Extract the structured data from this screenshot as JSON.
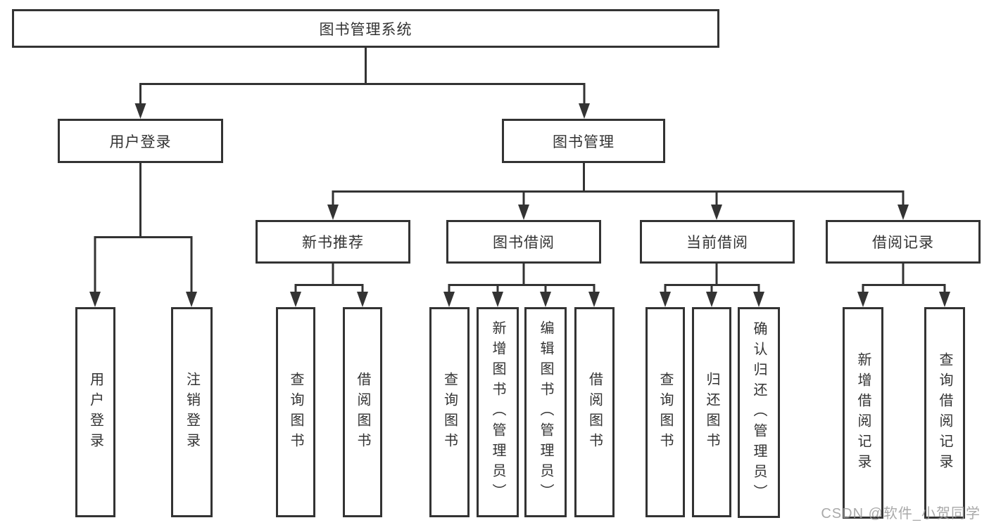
{
  "diagram_title": "图书管理系统",
  "tree": {
    "label": "图书管理系统",
    "children": [
      {
        "label": "用户登录",
        "children": [
          {
            "label": "用户登录"
          },
          {
            "label": "注销登录"
          }
        ]
      },
      {
        "label": "图书管理",
        "children": [
          {
            "label": "新书推荐",
            "children": [
              {
                "label": "查询图书"
              },
              {
                "label": "借阅图书"
              }
            ]
          },
          {
            "label": "图书借阅",
            "children": [
              {
                "label": "查询图书"
              },
              {
                "label": "新增图书（管理员）"
              },
              {
                "label": "编辑图书（管理员）"
              },
              {
                "label": "借阅图书"
              }
            ]
          },
          {
            "label": "当前借阅",
            "children": [
              {
                "label": "查询图书"
              },
              {
                "label": "归还图书"
              },
              {
                "label": "确认归还（管理员）"
              }
            ]
          },
          {
            "label": "借阅记录",
            "children": [
              {
                "label": "新增借阅记录"
              },
              {
                "label": "查询借阅记录"
              }
            ]
          }
        ]
      }
    ]
  },
  "watermark": {
    "text": "CSDN @软件_小贺同学"
  },
  "colors": {
    "line": "#333333",
    "text": "#333333",
    "background": "#ffffff",
    "watermark": "#9b9b9b"
  }
}
